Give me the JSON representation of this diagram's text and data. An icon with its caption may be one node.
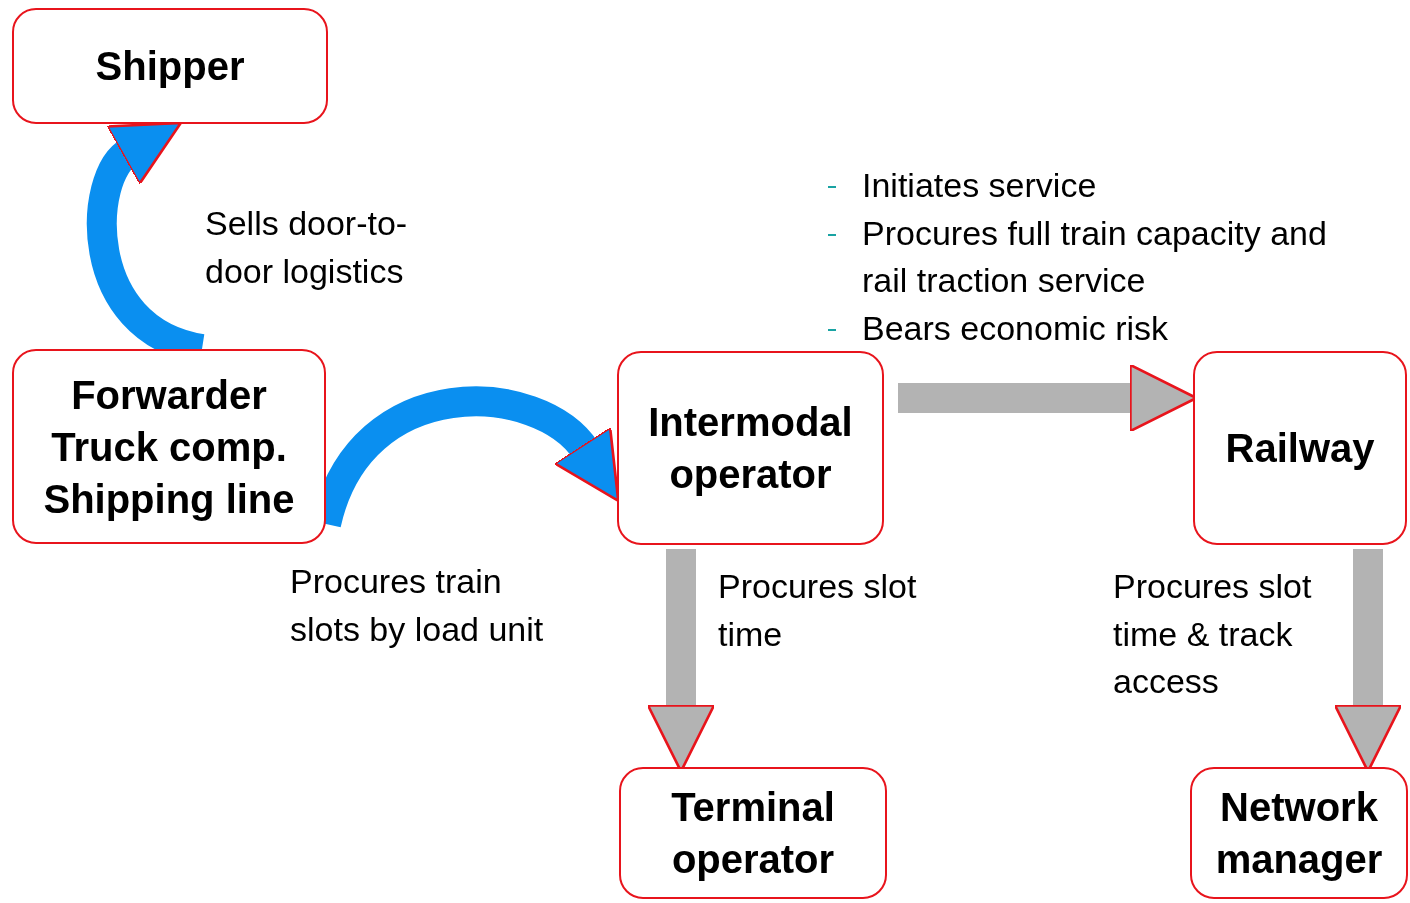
{
  "diagram": {
    "nodes": [
      {
        "text": [
          "Shipper"
        ]
      },
      {
        "text": [
          "Forwarder",
          "Truck comp.",
          "Shipping line"
        ]
      },
      {
        "text": [
          "Intermodal operator"
        ]
      },
      {
        "text": [
          "Railway"
        ]
      },
      {
        "text": [
          "Terminal operator"
        ]
      },
      {
        "text": [
          "Network manager"
        ]
      }
    ],
    "edges": [
      {
        "from": 1,
        "to": 0,
        "arrow": "to",
        "label": "Sells door-to-door logistics",
        "color": "#0a8ff0"
      },
      {
        "from": 1,
        "to": 2,
        "arrow": "to",
        "label": "Procures train slots by load unit",
        "color": "#0a8ff0"
      },
      {
        "from": 2,
        "to": 3,
        "arrow": "to"
      },
      {
        "from": 2,
        "to": 4,
        "arrow": "to",
        "label": "Procures slot time"
      },
      {
        "from": 3,
        "to": 5,
        "arrow": "to",
        "label": "Procures slot time & track access"
      }
    ],
    "labels": [
      "Initiates service",
      "Procures full train capacity and rail traction service",
      "Bears economic risk"
    ]
  }
}
